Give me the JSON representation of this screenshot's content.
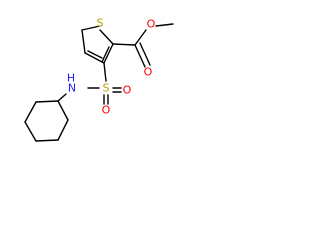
{
  "molecule": {
    "atoms": {
      "S1": {
        "symbol": "S",
        "color": "#b8a000"
      },
      "S2": {
        "symbol": "S",
        "color": "#b8a000"
      },
      "O1": {
        "symbol": "O",
        "color": "#ff0000"
      },
      "O2": {
        "symbol": "O",
        "color": "#ff0000"
      },
      "O3": {
        "symbol": "O",
        "color": "#ff0000"
      },
      "O4": {
        "symbol": "O",
        "color": "#ff0000"
      },
      "N": {
        "symbol": "N",
        "color": "#2020ff"
      },
      "NH": {
        "symbol": "H",
        "color": "#2020ff"
      }
    }
  }
}
